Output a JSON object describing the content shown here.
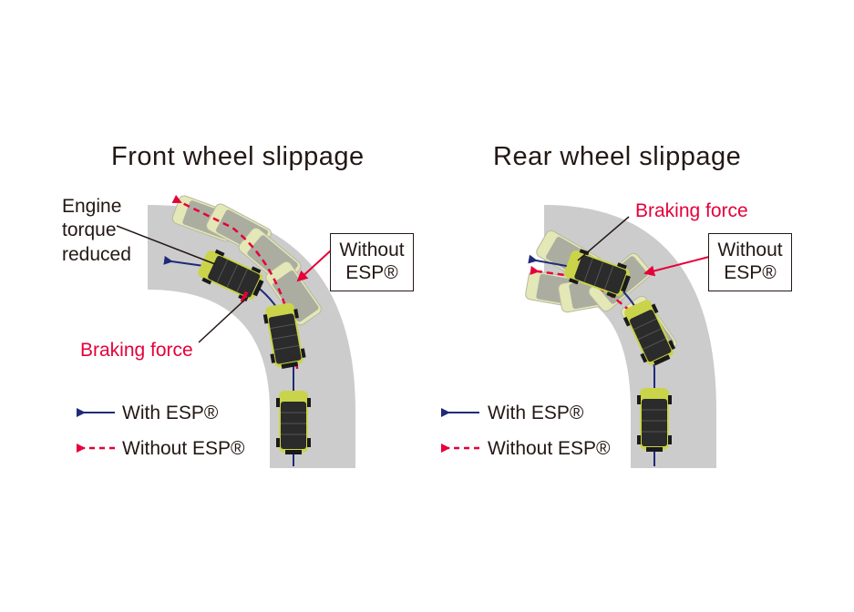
{
  "front": {
    "title": "Front wheel slippage",
    "engine_label": [
      "Engine",
      "torque",
      "reduced"
    ],
    "braking_label": "Braking force",
    "without_box": [
      "Without",
      "ESP®"
    ]
  },
  "rear": {
    "title": "Rear wheel slippage",
    "braking_label": "Braking force",
    "without_box": [
      "Without",
      "ESP®"
    ]
  },
  "legend": {
    "with": "With ESP®",
    "without": "Without ESP®"
  },
  "colors": {
    "road": "#cccccc",
    "car_body": "#c9d44a",
    "car_roof": "#2b2b2b",
    "with_path": "#1f2a7a",
    "without_path": "#e5003a",
    "text": "#231815"
  }
}
